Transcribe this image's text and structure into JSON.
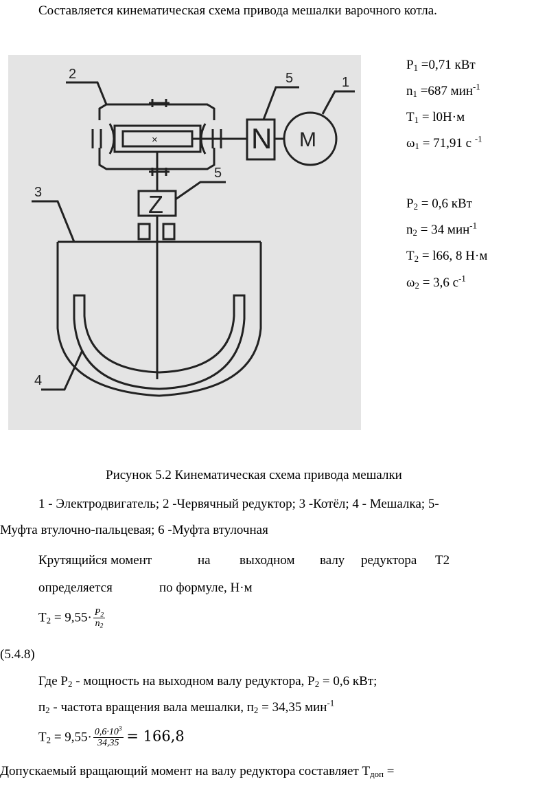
{
  "header_text": "Составляется кинематическая схема привода мешалки варочного котла.",
  "figure": {
    "callouts": [
      "2",
      "5",
      "1",
      "3",
      "5",
      "4"
    ],
    "motor_letter": "M",
    "coupling_top_letter": "N",
    "coupling_bottom_letter": "Z",
    "gear_center_mark": "×"
  },
  "params_in": {
    "p1": "=0,71 кВт",
    "n1": "=687 мин",
    "n1_exp": "-1",
    "t1": "= l0Н·м",
    "w1": "= 71,91 с",
    "w1_exp": "-1"
  },
  "params_out": {
    "p2": "= 0,6 кВт",
    "n2": "= 34 мин",
    "n2_exp": "-1",
    "t2": "= l66, 8 Н·м",
    "w2": "= 3,6 с",
    "w2_exp": "-1"
  },
  "caption": "Рисунок 5.2 Кинематическая схема привода мешалки",
  "legend_line1": "1 - Электродвигатель; 2 -Червячный редуктор; 3 -Котёл; 4 - Мешалка; 5-",
  "legend_line2": "Муфта втулочно-пальцевая; 6 -Муфта втулочная",
  "para1_line1": [
    "Крутящийся момент",
    "на",
    "выходном",
    "валу",
    "редуктора",
    "Т2"
  ],
  "para1_line2": [
    "определяется",
    "по формуле, Н·м"
  ],
  "formula1": {
    "lhs": "= 9,55·",
    "num": "P",
    "num_sub": "2",
    "den": "n",
    "den_sub": "2"
  },
  "eq_number": "(5.4.8)",
  "where_line1": {
    "a": "Где Р",
    "b": " - мощность на выходном валу редуктора, Р",
    "c": " = 0,6 кВт;"
  },
  "where_line2": {
    "a": "п",
    "b": " - частота вращения вала мешалки, п",
    "c": " = 34,35 мин",
    "exp": "-1"
  },
  "formula2": {
    "lhs": "= 9,55·",
    "num": "0,6·10",
    "num_exp": "3",
    "den": "34,35",
    "rhs": "= 166,8"
  },
  "last_line": {
    "text": "Допускаемый вращающий момент на валу редуктора составляет  Т",
    "sub": "доп",
    "end": " ="
  }
}
